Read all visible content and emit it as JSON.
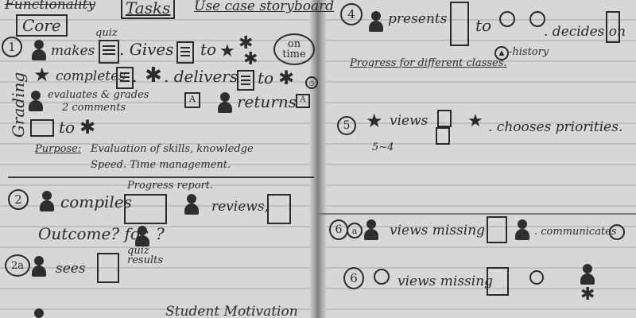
{
  "left_page": {
    "header_struck": "Functionality",
    "header_tasks": "Tasks",
    "header_usecase": "Use case storyboard",
    "core_label": "Core",
    "side_label": "Grading",
    "s1": {
      "number": "1",
      "quiz_note": "quiz",
      "makes": "makes",
      "gives": ". Gives",
      "to": "to",
      "on_time": "on time",
      "completes": "completes",
      "delivers": ". delivers",
      "to2": "to",
      "evaluates": "evaluates & grades",
      "comments": "2 comments",
      "returns": "returns",
      "to3": "to",
      "purpose_label": "Purpose:",
      "purpose_line1": "Evaluation of skills, knowledge",
      "purpose_line2": "Speed. Time management."
    },
    "s2": {
      "number": "2",
      "compiles": "compiles",
      "progress_report": "Progress report.",
      "reviews": "reviews,",
      "outcome": "Outcome? for",
      "question": "?"
    },
    "s2a": {
      "number": "2a",
      "sees": "sees",
      "quiz_results": "quiz results"
    },
    "bottom": "Student Motivation"
  },
  "right_page": {
    "s4": {
      "number": "4",
      "presents": "presents",
      "to": "to",
      "decides_on": ". decides on",
      "history": "-history",
      "progress_line": "Progress for different classes."
    },
    "s5": {
      "number": "5",
      "views": "views",
      "chooses": ". chooses priorities.",
      "note": "5~4"
    },
    "s6a": {
      "number": "6",
      "sub": "a",
      "views_missing": "views missing",
      "communicates": ". communicates"
    },
    "s6": {
      "number": "6",
      "views_missing": "views missing"
    }
  },
  "icons": [
    "student-figure-icon",
    "teacher-star-icon",
    "quiz-document-icon",
    "envelope-icon",
    "clock-icon",
    "progress-report-icon",
    "school-building-icon"
  ]
}
